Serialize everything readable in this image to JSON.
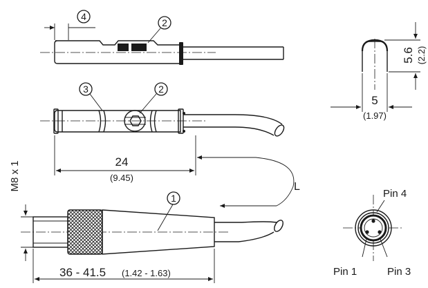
{
  "callouts": {
    "c1": "1",
    "c2_top": "2",
    "c2_mid": "2",
    "c3": "3",
    "c4": "4"
  },
  "dimensions": {
    "length_24": "24",
    "length_24_in": "(9.45)",
    "length_plug": "36 - 41.5",
    "length_plug_in": "(1.42 - 1.63)",
    "thread": "M8 x 1",
    "cable_length": "L",
    "height": "5.6",
    "height_in": "(2.2)",
    "width": "5",
    "width_in": "(1.97)"
  },
  "pins": {
    "pin1": "Pin 1",
    "pin3": "Pin 3",
    "pin4": "Pin 4"
  }
}
